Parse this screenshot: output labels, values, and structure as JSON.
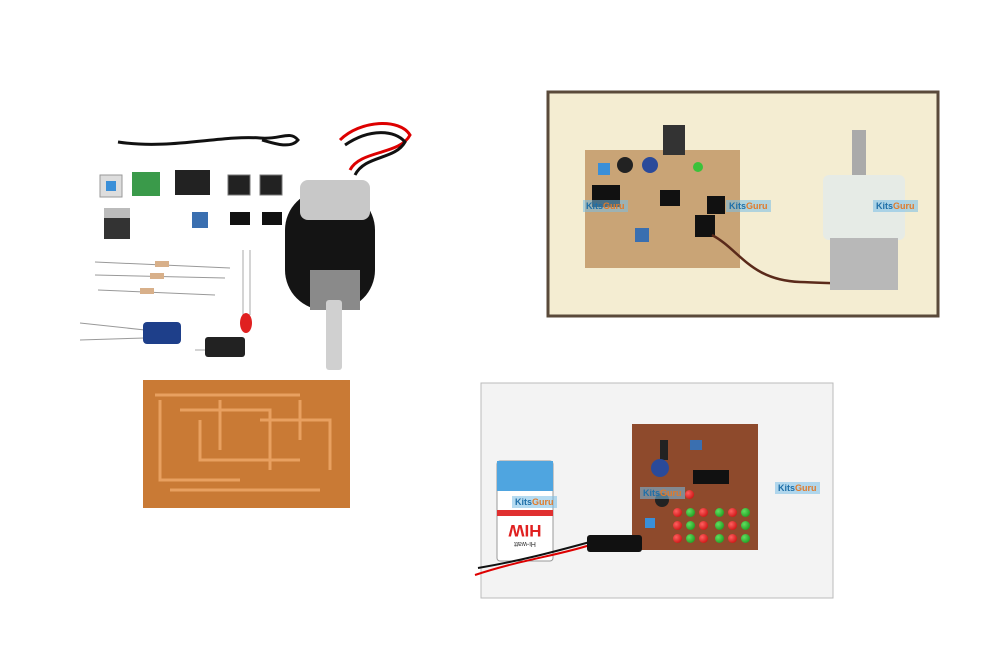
{
  "watermark": {
    "part1": "Kits",
    "part2": "Guru"
  },
  "battery": {
    "brand": "HIW",
    "model": "Hi-watt"
  },
  "colors": {
    "pcb_copper": "#c97a35",
    "pcb_tan": "#c9a476",
    "pcb_brown": "#8e4a2c",
    "cream_board": "#f4edd2",
    "white_board": "#f3f3f3"
  }
}
